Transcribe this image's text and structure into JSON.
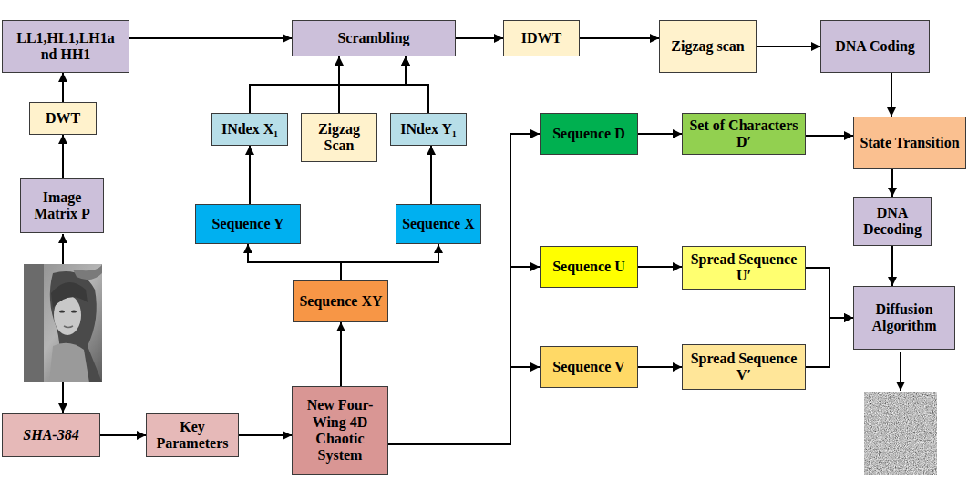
{
  "diagram": {
    "nodes": [
      {
        "text": [
          "LL1,HL1,LH1a nd HH1"
        ]
      },
      {
        "text": [
          "Scrambling"
        ]
      },
      {
        "text": [
          "IDWT"
        ]
      },
      {
        "text": [
          "Zigzag scan"
        ]
      },
      {
        "text": [
          "DNA Coding"
        ]
      },
      {
        "text": [
          "DWT"
        ]
      },
      {
        "text": [
          "INdex X₁"
        ]
      },
      {
        "text": [
          "Zigzag Scan"
        ]
      },
      {
        "text": [
          "INdex Y₁"
        ]
      },
      {
        "text": [
          "Sequence D"
        ]
      },
      {
        "text": [
          "Set of Characters D′"
        ]
      },
      {
        "text": [
          "State Transition"
        ]
      },
      {
        "text": [
          "Image Matrix P"
        ]
      },
      {
        "text": [
          "Sequence Y"
        ]
      },
      {
        "text": [
          "Sequence X"
        ]
      },
      {
        "text": [
          "DNA Decoding"
        ]
      },
      {
        "text": [
          "Sequence XY"
        ]
      },
      {
        "text": [
          "Sequence U"
        ]
      },
      {
        "text": [
          "Spread Sequence U′"
        ]
      },
      {
        "text": [
          "Diffusion Algorithm"
        ]
      },
      {
        "text": [
          "Sequence V"
        ]
      },
      {
        "text": [
          "Spread Sequence V′"
        ]
      },
      {
        "text": [
          "SHA-384"
        ]
      },
      {
        "text": [
          "Key Parameters"
        ]
      },
      {
        "text": [
          "New Four-Wing 4D Chaotic System"
        ]
      }
    ],
    "edges": [
      {
        "from": 12,
        "to": 5,
        "arrow": "to"
      },
      {
        "from": 5,
        "to": 0,
        "arrow": "to"
      },
      {
        "from": 0,
        "to": 1,
        "arrow": "to"
      },
      {
        "from": 6,
        "to": 1,
        "arrow": "to"
      },
      {
        "from": 7,
        "to": 1,
        "arrow": "to"
      },
      {
        "from": 8,
        "to": 1,
        "arrow": "to"
      },
      {
        "from": 1,
        "to": 2,
        "arrow": "to"
      },
      {
        "from": 2,
        "to": 3,
        "arrow": "to"
      },
      {
        "from": 3,
        "to": 4,
        "arrow": "to"
      },
      {
        "from": 4,
        "to": 11,
        "arrow": "to"
      },
      {
        "from": 11,
        "to": 15,
        "arrow": "to"
      },
      {
        "from": 15,
        "to": 19,
        "arrow": "to"
      },
      {
        "from": 13,
        "to": 6,
        "arrow": "to"
      },
      {
        "from": 14,
        "to": 8,
        "arrow": "to"
      },
      {
        "from": 16,
        "to": 13,
        "arrow": "to"
      },
      {
        "from": 16,
        "to": 14,
        "arrow": "to"
      },
      {
        "from": 24,
        "to": 16,
        "arrow": "to"
      },
      {
        "from": 22,
        "to": 23,
        "arrow": "to"
      },
      {
        "from": 23,
        "to": 24,
        "arrow": "to"
      },
      {
        "from": 24,
        "to": 9,
        "arrow": "to"
      },
      {
        "from": 24,
        "to": 17,
        "arrow": "to"
      },
      {
        "from": 24,
        "to": 20,
        "arrow": "to"
      },
      {
        "from": 9,
        "to": 10,
        "arrow": "to"
      },
      {
        "from": 10,
        "to": 11,
        "arrow": "to"
      },
      {
        "from": 17,
        "to": 18,
        "arrow": "to"
      },
      {
        "from": 18,
        "to": 19,
        "arrow": "to"
      },
      {
        "from": 20,
        "to": 21,
        "arrow": "to"
      },
      {
        "from": 21,
        "to": 19,
        "arrow": "to"
      }
    ]
  }
}
